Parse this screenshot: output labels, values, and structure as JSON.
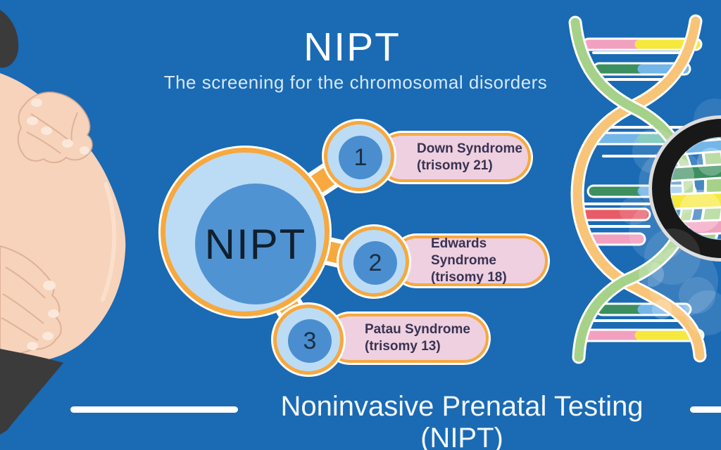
{
  "header": {
    "title": "NIPT",
    "subtitle": "The screening for the chromosomal disorders"
  },
  "diagram": {
    "center_label": "NIPT",
    "items": [
      {
        "number": "1",
        "name": "Down Syndrome",
        "detail": "(trisomy 21)"
      },
      {
        "number": "2",
        "name": "Edwards Syndrome",
        "detail": "(trisomy 18)"
      },
      {
        "number": "3",
        "name": "Patau Syndrome",
        "detail": "(trisomy 13)"
      }
    ]
  },
  "footer": {
    "caption": "Noninvasive Prenatal Testing (NIPT)"
  },
  "illustrations": {
    "left": "pregnant-belly",
    "right": "dna-helix-with-magnifier"
  },
  "colors": {
    "background": "#1a6ab4",
    "accent_orange": "#f7a83e",
    "pill_pink": "#eed0e0",
    "circle_pale_blue": "#bcdcf5",
    "circle_blue": "#5093d2",
    "text_dark": "#3a3252",
    "title_white": "#fdfefe",
    "subtitle_blue_white": "#d6e8f7",
    "skin": "#f6d3ba",
    "clothing_dark": "#3b3b3b",
    "dna_strand_green": "#a6d189",
    "dna_strand_orange": "#f8c478",
    "rung_pink": "#f2a0c0",
    "rung_yellow": "#f6e93d",
    "rung_dark_green": "#3d8f5f",
    "rung_light_blue": "#74b6e8",
    "rung_red": "#e85c68",
    "rung_teal": "#7ac5b8",
    "magnifier_black": "#181818"
  }
}
